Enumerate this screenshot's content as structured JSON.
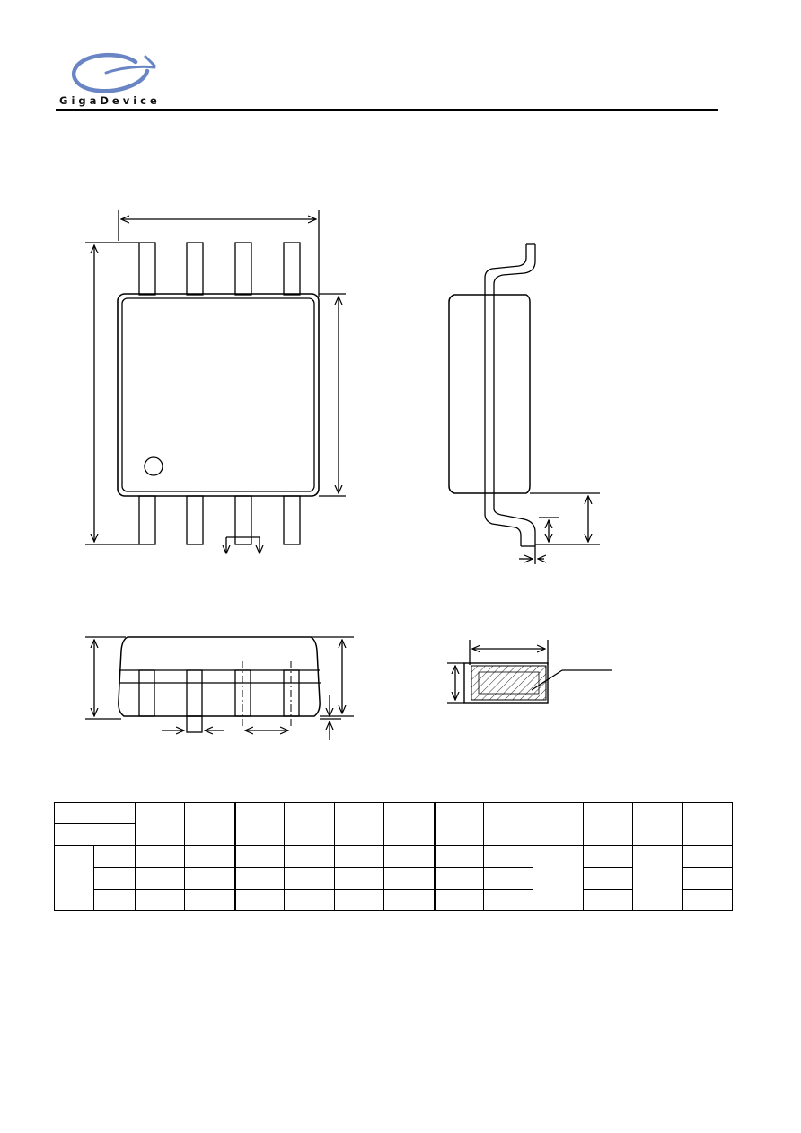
{
  "header": {
    "brand_name": "GigaDevice",
    "logo_color": "#6a85c4",
    "rule_color": "#000000"
  },
  "drawing": {
    "line_color": "#000000",
    "hatch_color": "#000000"
  },
  "dimension_table": {
    "columns": 14,
    "body_rows": 3
  }
}
